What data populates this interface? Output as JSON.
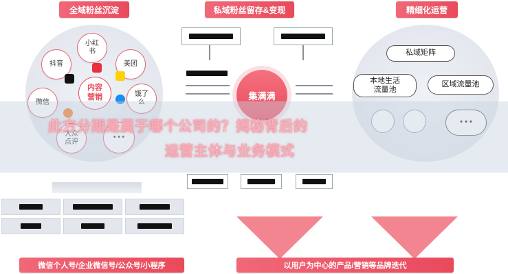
{
  "headers": {
    "h1": "全域粉丝沉淀",
    "h2": "私域粉丝留存&变现",
    "h3": "精细化运营"
  },
  "left_ring": {
    "core": "内容\n营销",
    "bubbles": {
      "douyin": "抖音",
      "xiaohongshu": "小红\n书",
      "meituan": "美团",
      "weixin": "微信",
      "eleme": "饿了\n么",
      "dazhong": "大众\n点评",
      "more": "• • •"
    },
    "icons": {
      "douyin": "tiktok-icon",
      "xiaohongshu": "xiaohongshu-icon",
      "meituan": "meituan-icon",
      "eleme": "eleme-icon",
      "dazhong": "dianping-icon"
    }
  },
  "center": {
    "core": "集满满"
  },
  "right_ring": {
    "pill_top": "私域矩阵",
    "pill_left": "本地生活\n流量池",
    "pill_right": "区域流量池",
    "pill_bottom": "• • •"
  },
  "overlay": {
    "line1": "此方分期是属于哪个公司的？揭秘背后的",
    "line2": "运营主体与业务模式"
  },
  "footers": {
    "left": "微信个人号/企业微信号/公众号/小程序",
    "right": "以用户为中心的产品/营销等品牌迭代"
  },
  "colors": {
    "accent": "#e94a5c",
    "ring": "#e5e9ef",
    "triangle": "#f2858f"
  }
}
